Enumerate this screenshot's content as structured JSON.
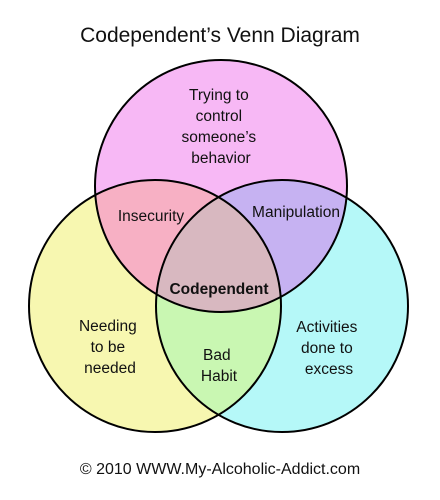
{
  "title": "Codependent’s Venn Diagram",
  "copyright": "© 2010 WWW.My-Alcoholic-Addict.com",
  "colors": {
    "top_circle": "#f7b8f5",
    "left_circle": "#f7f7b0",
    "right_circle": "#b5f8f8",
    "top_left": "#f7b0c4",
    "top_right": "#c6b2f2",
    "left_right": "#c9f7b2",
    "center": "#d8b8c0",
    "outline": "#000000"
  },
  "regions": {
    "top": [
      "Trying to",
      "control",
      "someone’s",
      "behavior"
    ],
    "top_left": "Insecurity",
    "top_right": "Manipulation",
    "center": "Codependent",
    "left": [
      "Needing",
      "to be",
      "needed"
    ],
    "right": [
      "Activities",
      "done to",
      "excess"
    ],
    "bottom": [
      "Bad",
      "Habit"
    ]
  }
}
